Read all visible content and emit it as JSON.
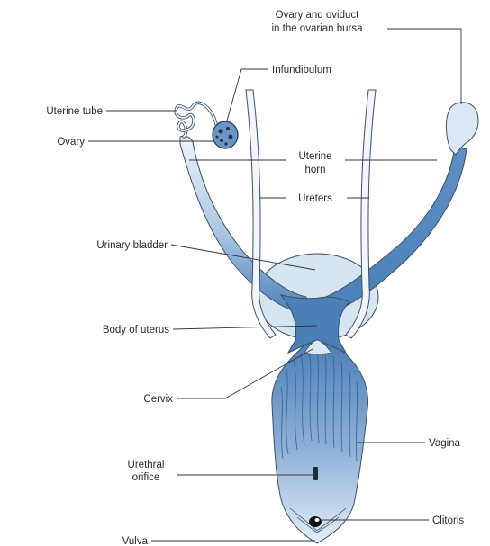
{
  "labels": {
    "ovary_oviduct_line1": "Ovary and oviduct",
    "ovary_oviduct_line2": "in the ovarian bursa",
    "infundibulum": "Infundibulum",
    "uterine_tube": "Uterine tube",
    "ovary": "Ovary",
    "uterine_horn_line1": "Uterine",
    "uterine_horn_line2": "horn",
    "ureters": "Ureters",
    "urinary_bladder": "Urinary bladder",
    "body_of_uterus": "Body of uterus",
    "cervix": "Cervix",
    "vagina": "Vagina",
    "urethral_orifice_line1": "Urethral",
    "urethral_orifice_line2": "orifice",
    "clitoris": "Clitoris",
    "vulva": "Vulva"
  },
  "colors": {
    "organ_blue": "#4a7fb8",
    "organ_light": "#dbe7f3",
    "bladder_fill": "#d6e5f2",
    "outline": "#3d4f66",
    "ureter_fill": "#f2f6fa",
    "leader_line": "#333333"
  }
}
